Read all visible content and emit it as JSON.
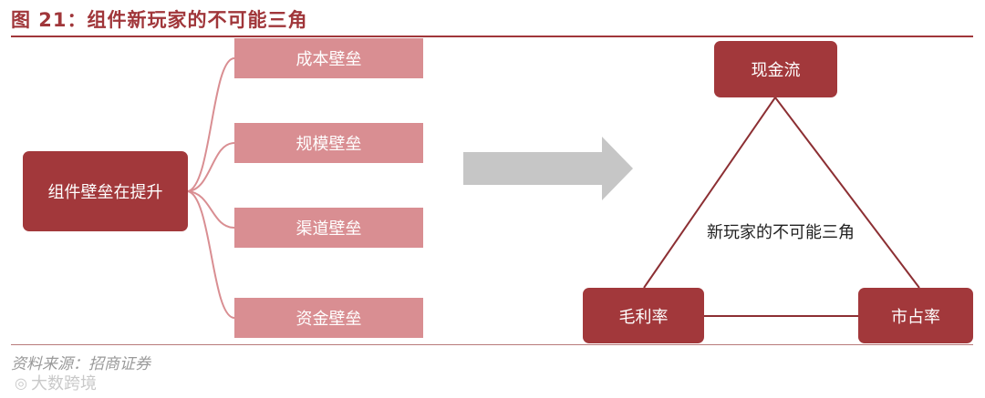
{
  "figure": {
    "title": "图 21：组件新玩家的不可能三角"
  },
  "left_diagram": {
    "main": "组件壁垒在提升",
    "branches": [
      "成本壁垒",
      "规模壁垒",
      "渠道壁垒",
      "资金壁垒"
    ]
  },
  "triangle": {
    "top": "现金流",
    "bottom_left": "毛利率",
    "bottom_right": "市占率",
    "center": "新玩家的不可能三角"
  },
  "footer": {
    "source": "资料来源：招商证券",
    "watermark": "大数跨境"
  },
  "colors": {
    "dark_red": "#a2383b",
    "light_red": "#d98e92",
    "arrow_gray": "#c6c6c6",
    "connector": "#d98e92",
    "triangle_line": "#8c2f33"
  }
}
